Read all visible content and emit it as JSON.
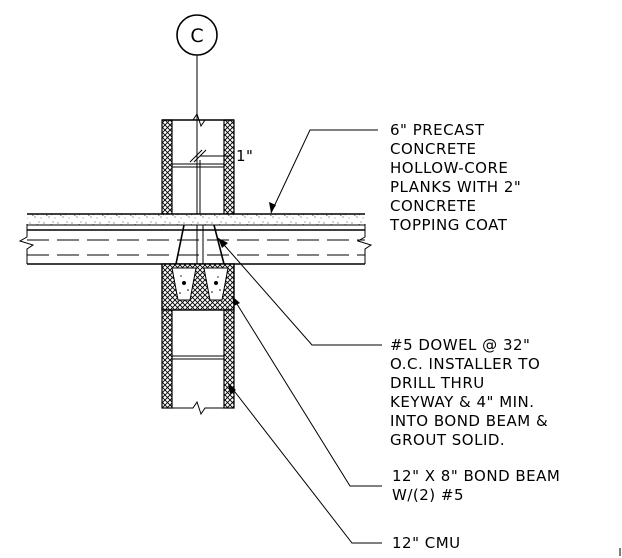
{
  "grid_marker": "C",
  "dimension_label": "1\"",
  "callouts": {
    "precast": [
      "6\" PRECAST",
      "CONCRETE",
      "HOLLOW-CORE",
      "PLANKS WITH 2\"",
      "CONCRETE",
      "TOPPING COAT"
    ],
    "dowel": [
      "#5 DOWEL @ 32\"",
      "O.C. INSTALLER TO",
      "DRILL THRU",
      "KEYWAY & 4\" MIN.",
      "INTO BOND BEAM &",
      "GROUT SOLID."
    ],
    "bond_beam": [
      "12\" X 8\" BOND BEAM",
      "W/(2) #5"
    ],
    "cmu": [
      "12\" CMU"
    ]
  }
}
